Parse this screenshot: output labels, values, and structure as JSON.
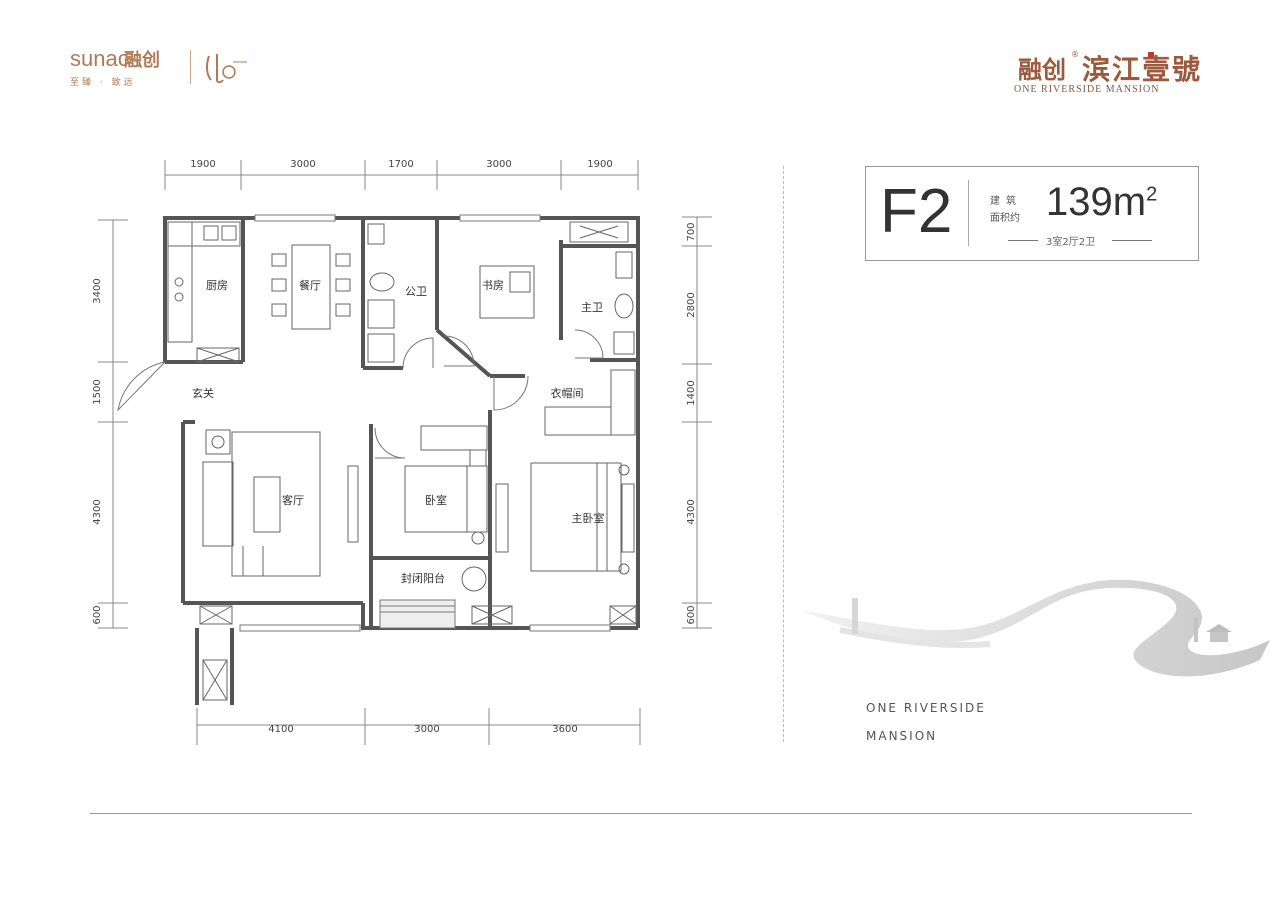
{
  "header": {
    "brand_en": "SUNAC",
    "brand_cn": "融创",
    "slogan": "至臻 · 致远",
    "project_brand": "融创",
    "project_name": "滨江壹號",
    "project_en": "ONE RIVERSIDE MANSION"
  },
  "unit": {
    "type": "F2",
    "area_label_1": "建筑",
    "area_label_2": "面积约",
    "area_value": "139m",
    "area_sup": "2",
    "layout": "3室2厅2卫"
  },
  "tagline": {
    "line1": "ONE RIVERSIDE",
    "line2": "MANSION"
  },
  "rooms": {
    "kitchen": "厨房",
    "dining": "餐厅",
    "public_bath": "公卫",
    "study": "书房",
    "master_bath": "主卫",
    "foyer": "玄关",
    "cloakroom": "衣帽间",
    "living": "客厅",
    "bedroom": "卧室",
    "master_bedroom": "主卧室",
    "enclosed_balcony": "封闭阳台"
  },
  "dimensions": {
    "top": [
      "1900",
      "3000",
      "1700",
      "3000",
      "1900"
    ],
    "bottom": [
      "4100",
      "3000",
      "3600"
    ],
    "left": [
      "3400",
      "1500",
      "4300",
      "600"
    ],
    "right": [
      "700",
      "2800",
      "1400",
      "4300",
      "600"
    ]
  },
  "colors": {
    "brand": "#b07a56",
    "project": "#9b5a3e",
    "wall": "#555555"
  }
}
